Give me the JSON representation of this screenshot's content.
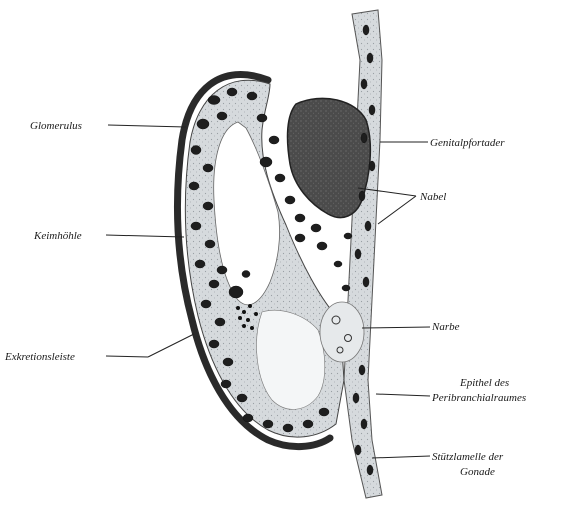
{
  "labels": {
    "glomerulus": "Glomerulus",
    "keimhoehle": "Keimhöhle",
    "exkretionsleiste": "Exkretionsleiste",
    "genitalpfortader": "Genitalpfortader",
    "nabel": "Nabel",
    "narbe": "Narbe",
    "epithel_line1": "Epithel des",
    "epithel_line2": "Peribranchialraumes",
    "stuetz_line1": "Stützlamelle der",
    "stuetz_line2": "Gonade"
  },
  "colors": {
    "ink": "#1a1a1a",
    "tissue": "#d9dde0",
    "dark_mass": "#4a4a4a",
    "membrane": "#2a2a2a"
  }
}
